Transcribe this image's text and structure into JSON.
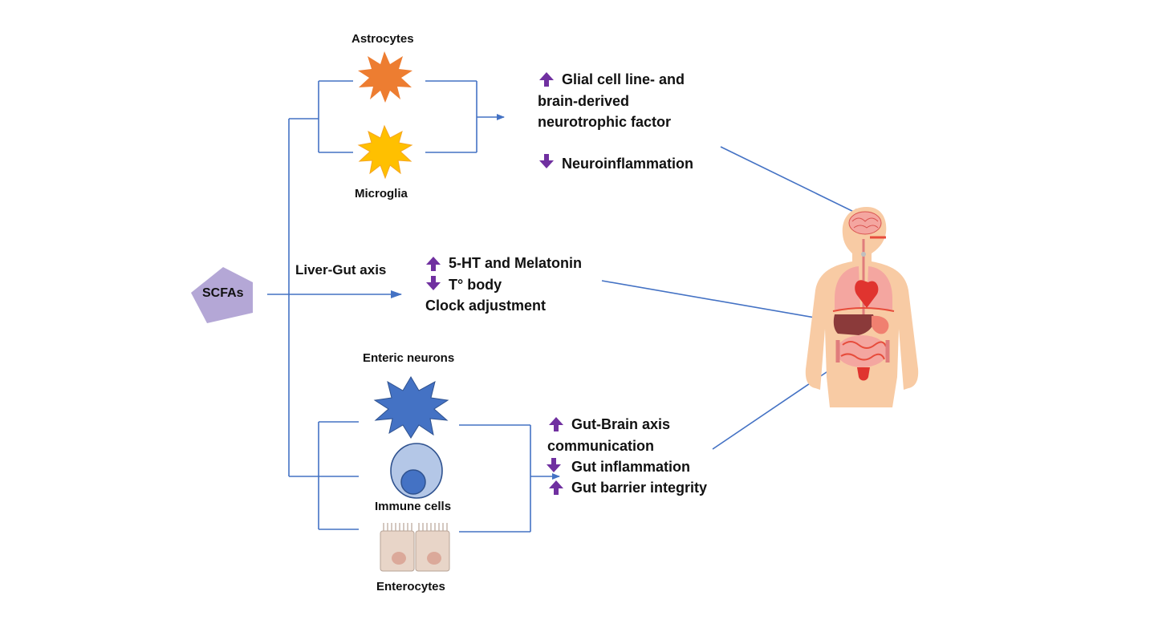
{
  "source": {
    "label": "SCFAs",
    "color": "#b4a7d6"
  },
  "branches": {
    "brain": {
      "cells": [
        {
          "label": "Astrocytes",
          "icon": "astrocyte-star-icon",
          "color": "#ed7d31"
        },
        {
          "label": "Microglia",
          "icon": "microglia-star-icon",
          "color": "#ffc000"
        }
      ],
      "effects": [
        {
          "direction": "up",
          "text_lines": [
            "Glial cell line- and",
            "brain-derived",
            "neurotrophic factor"
          ]
        },
        {
          "direction": "down",
          "text_lines": [
            "Neuroinflammation"
          ]
        }
      ]
    },
    "liver": {
      "axis_label": "Liver-Gut axis",
      "effects": [
        {
          "direction": "up",
          "text": "5-HT and Melatonin"
        },
        {
          "direction": "down",
          "text": "T° body"
        },
        {
          "direction": "none",
          "text": "Clock adjustment"
        }
      ]
    },
    "gut": {
      "cells": [
        {
          "label": "Enteric neurons",
          "icon": "enteric-neuron-star-icon",
          "color": "#4472c4"
        },
        {
          "label": "Immune cells",
          "icon": "immune-cell-icon",
          "color": "#b4c7e7"
        },
        {
          "label": "Enterocytes",
          "icon": "enterocyte-icon",
          "color": "#e8d5c8"
        }
      ],
      "effects": [
        {
          "direction": "up",
          "text_lines": [
            "Gut-Brain axis",
            "communication"
          ]
        },
        {
          "direction": "down",
          "text_lines": [
            "Gut inflammation"
          ]
        },
        {
          "direction": "up",
          "text_lines": [
            "Gut barrier integrity"
          ]
        }
      ]
    }
  },
  "body_icon": "human-body-organs-icon",
  "colors": {
    "connector": "#4472c4",
    "arrow_up_down": "#7030a0",
    "skin": "#f8cba4"
  }
}
